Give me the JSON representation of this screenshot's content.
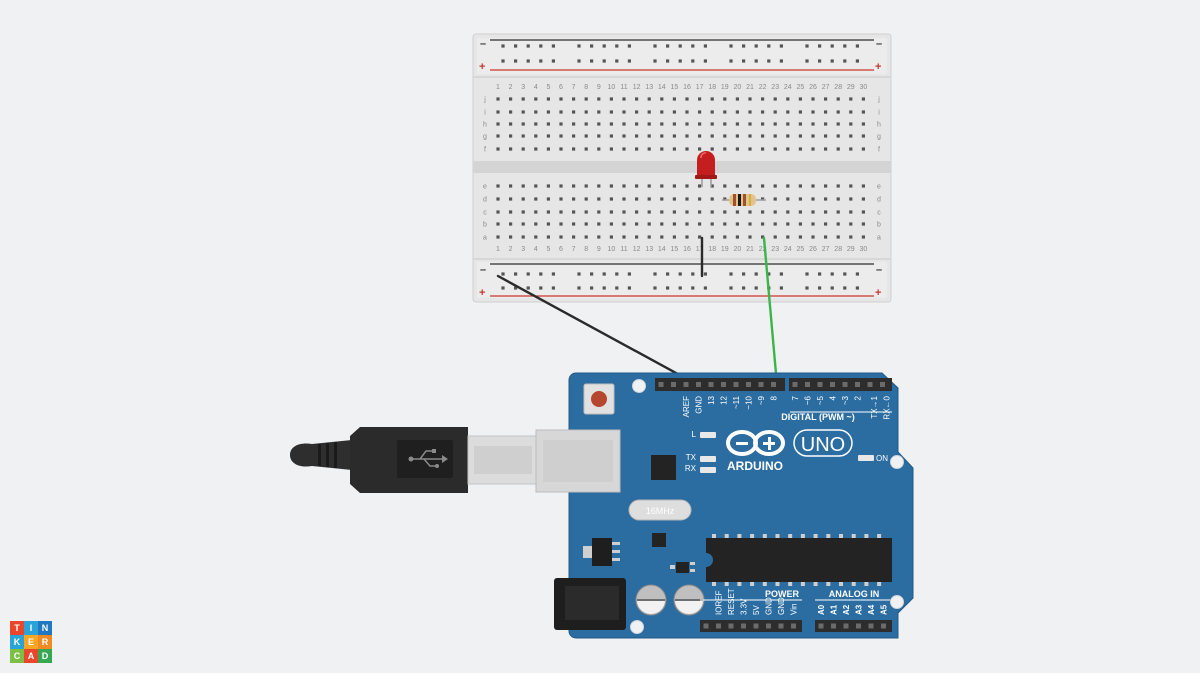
{
  "breadboard": {
    "columns": [
      "1",
      "2",
      "3",
      "4",
      "5",
      "6",
      "7",
      "8",
      "9",
      "10",
      "11",
      "12",
      "13",
      "14",
      "15",
      "16",
      "17",
      "18",
      "19",
      "20",
      "21",
      "22",
      "23",
      "24",
      "25",
      "26",
      "27",
      "28",
      "29",
      "30"
    ],
    "rows_top": [
      "j",
      "i",
      "h",
      "g",
      "f"
    ],
    "rows_bottom": [
      "e",
      "d",
      "c",
      "b",
      "a"
    ],
    "rail_minus": "–",
    "rail_plus": "+"
  },
  "arduino": {
    "brand": "ARDUINO",
    "model": "UNO",
    "digital_header_label": "DIGITAL (PWM ~)",
    "digital_pins": [
      "AREF",
      "GND",
      "13",
      "12",
      "~11",
      "~10",
      "~9",
      "8",
      "7",
      "~6",
      "~5",
      "4",
      "~3",
      "2",
      "TX→1",
      "RX←0"
    ],
    "power_header_label": "POWER",
    "power_pins": [
      "IOREF",
      "RESET",
      "3.3V",
      "5V",
      "GND",
      "GND",
      "Vin"
    ],
    "analog_header_label": "ANALOG IN",
    "analog_pins": [
      "A0",
      "A1",
      "A2",
      "A3",
      "A4",
      "A5"
    ],
    "led_labels": {
      "l": "L",
      "tx": "TX",
      "rx": "RX",
      "on": "ON"
    },
    "crystal_label": "16MHz",
    "colors": {
      "board": "#2b6ca1",
      "board_dark": "#225a88",
      "header": "#2d2d2d"
    }
  },
  "components": {
    "led_color": "#c41e1e",
    "resistor_body": "#e3c38d",
    "resistor_bands": [
      "#a0522d",
      "#1a1a1a",
      "#a0522d",
      "#d4af37"
    ],
    "wire_ground_color": "#2b2b2b",
    "wire_signal_color": "#3bb54a"
  },
  "logo": {
    "letters": [
      {
        "char": "T",
        "color": "#e8472b"
      },
      {
        "char": "I",
        "color": "#2aa3d9"
      },
      {
        "char": "N",
        "color": "#1f78c1"
      },
      {
        "char": "K",
        "color": "#2aa3d9"
      },
      {
        "char": "E",
        "color": "#f6a623"
      },
      {
        "char": "R",
        "color": "#f08a24"
      },
      {
        "char": "C",
        "color": "#7cbf44"
      },
      {
        "char": "A",
        "color": "#e8472b"
      },
      {
        "char": "D",
        "color": "#37a852"
      }
    ]
  }
}
